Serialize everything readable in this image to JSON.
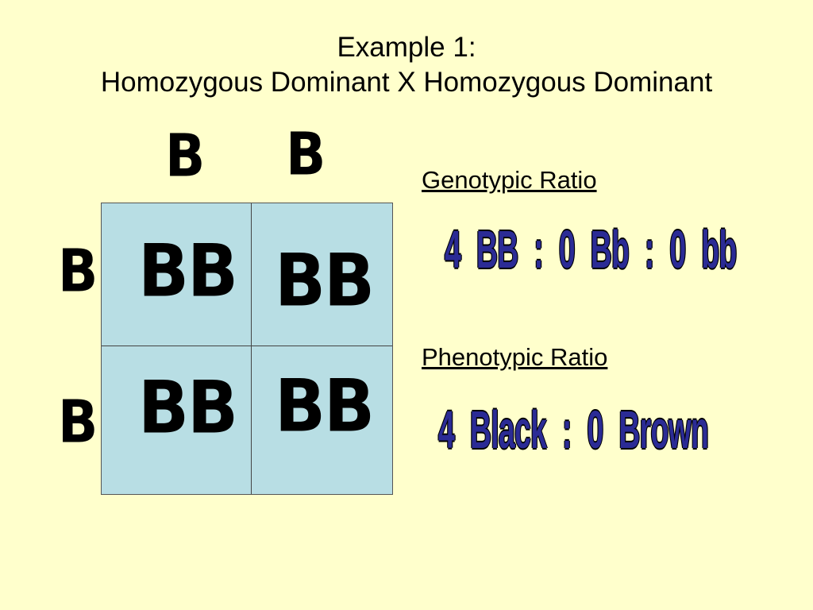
{
  "title": {
    "line1": "Example 1:",
    "line2": "Homozygous Dominant X Homozygous Dominant"
  },
  "punnett": {
    "top_alleles": [
      "B",
      "B"
    ],
    "side_alleles": [
      "B",
      "B"
    ],
    "cells": [
      [
        "BB",
        "BB"
      ],
      [
        "BB",
        "BB"
      ]
    ]
  },
  "genotypic": {
    "label": "Genotypic Ratio",
    "value": "4 BB :  0 Bb :   0 bb"
  },
  "phenotypic": {
    "label": "Phenotypic Ratio",
    "value": "4 Black :   0 Brown"
  },
  "colors": {
    "background": "#ffffcc",
    "square_fill": "#b8dee4",
    "ratio_text": "#2b2b95"
  }
}
